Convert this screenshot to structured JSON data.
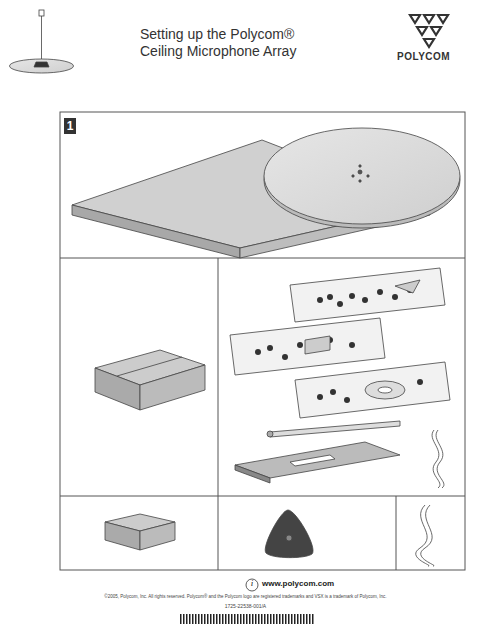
{
  "diagram": {
    "title": "Setting up the Polycom® Ceiling Microphone Array",
    "labels": [
      "POLYCOM",
      "1",
      "i",
      "www.polycom.com",
      "©2005, Polycom, Inc. All rights reserved. Polycom® and the Polycom logo are registered trademarks and VSX is a trademark of Polycom, Inc.",
      "1725-22538-001/A"
    ]
  }
}
